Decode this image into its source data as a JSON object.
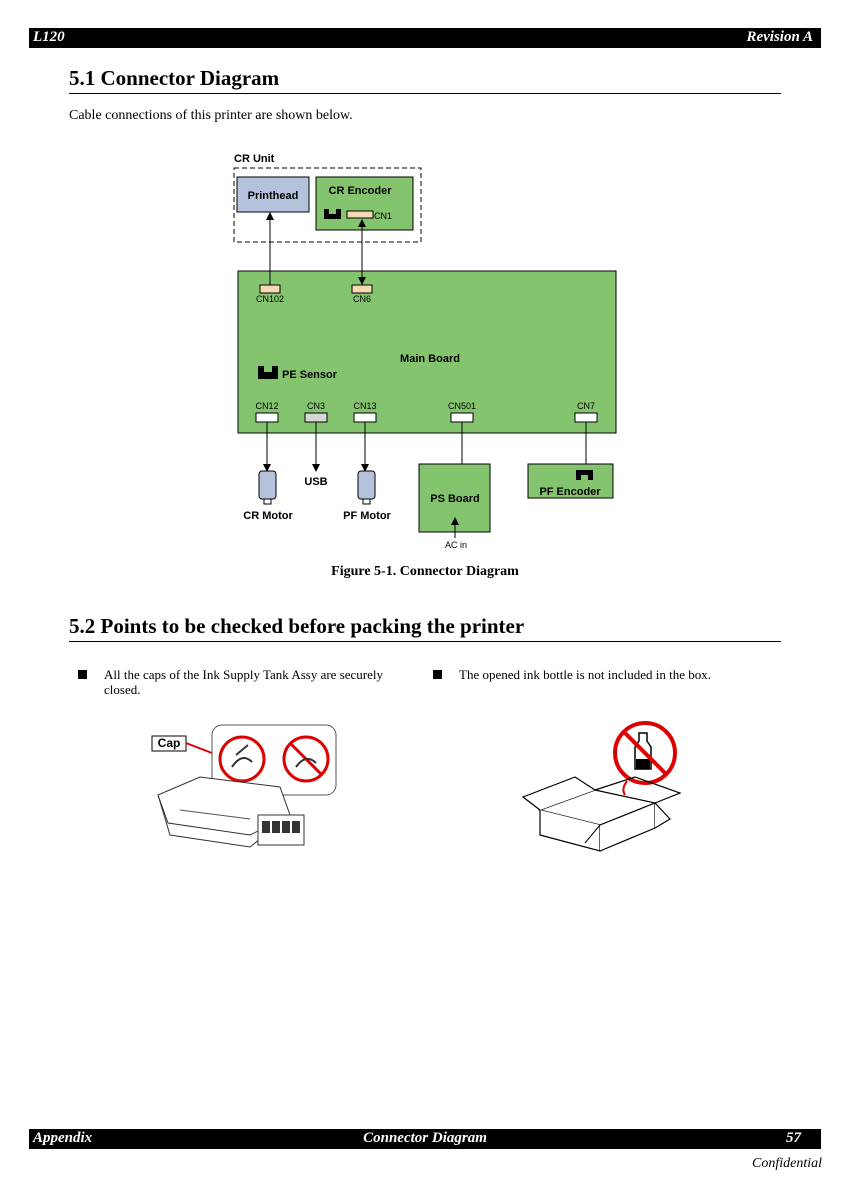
{
  "header": {
    "left": "L120",
    "right": "Revision A"
  },
  "section1": {
    "title": "5.1  Connector Diagram",
    "intro": "Cable connections of this printer are shown below."
  },
  "diagram": {
    "cr_unit": "CR Unit",
    "printhead": "Printhead",
    "cr_encoder": "CR Encoder",
    "cn1": "CN1",
    "cn102": "CN102",
    "cn6": "CN6",
    "main_board": "Main Board",
    "pe_sensor": "PE Sensor",
    "cn12": "CN12",
    "cn3": "CN3",
    "cn13": "CN13",
    "cn501": "CN501",
    "cn7": "CN7",
    "usb": "USB",
    "cr_motor": "CR Motor",
    "pf_motor": "PF Motor",
    "ps_board": "PS Board",
    "ac_in": "AC in",
    "pf_encoder": "PF Encoder",
    "colors": {
      "board": "#85c46f",
      "printhead": "#b4c3db",
      "connector": "#f7d9b3"
    }
  },
  "figure_caption": "Figure 5-1.  Connector Diagram",
  "section2": {
    "title": "5.2  Points to be checked before packing the printer",
    "bullet1_line1": "All the caps of the Ink Supply Tank Assy are securely",
    "bullet1_line2": "closed.",
    "bullet2": "The opened ink bottle is not included in the box.",
    "cap_label": "Cap"
  },
  "footer": {
    "left": "Appendix",
    "center": "Connector Diagram",
    "right": "57",
    "confidential": "Confidential"
  }
}
